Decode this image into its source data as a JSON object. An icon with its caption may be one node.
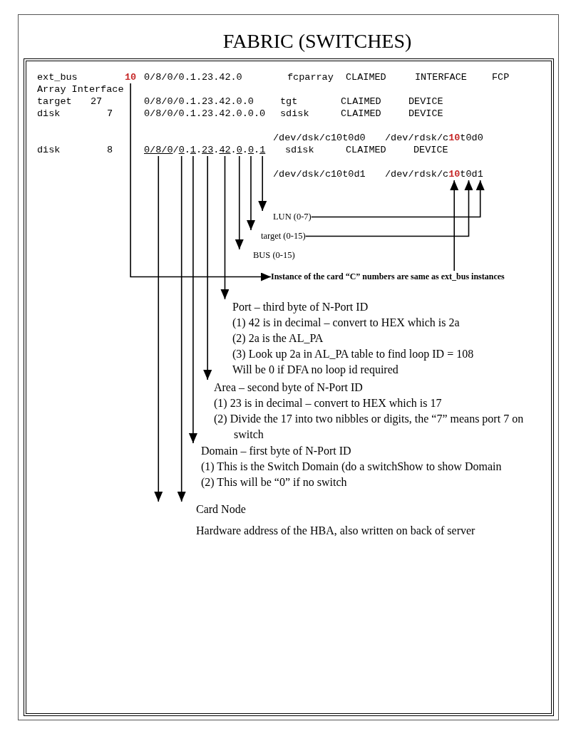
{
  "diagram": {
    "title": "FABRIC (SWITCHES)",
    "nodes": [
      {
        "text": [
          "10"
        ]
      },
      {
        "text": [
          "0/8/0"
        ]
      },
      {
        "text": [
          "0"
        ]
      },
      {
        "text": [
          "1"
        ]
      },
      {
        "text": [
          "23"
        ]
      },
      {
        "text": [
          "42"
        ]
      },
      {
        "text": [
          "0"
        ]
      },
      {
        "text": [
          "0"
        ]
      },
      {
        "text": [
          "1"
        ]
      },
      {
        "text": [
          "10"
        ]
      },
      {
        "text": [
          "0"
        ]
      },
      {
        "text": [
          "1"
        ]
      },
      {
        "text": [
          "LUN (0-7)"
        ]
      },
      {
        "text": [
          "target (0-15)"
        ]
      },
      {
        "text": [
          "BUS (0-15)"
        ]
      },
      {
        "text": [
          "Instance of the card “C” numbers are same as ext_bus instances"
        ]
      },
      {
        "text": [
          "Port – third byte of N-Port ID",
          "(1) 42 is in decimal – convert to HEX which is 2a",
          "(2) 2a is the AL_PA",
          "(3) Look up 2a in AL_PA table to find loop ID = 108",
          "Will be 0 if DFA no loop id required"
        ]
      },
      {
        "text": [
          "Area – second byte of N-Port ID",
          "(1) 23 is in decimal – convert to HEX which is 17",
          "(2) Divide the 17 into two nibbles or digits, the “7” means port 7 on switch"
        ]
      },
      {
        "text": [
          "Domain – first byte of N-Port ID",
          "(1) This is the Switch Domain (do a switchShow to show Domain",
          "(2) This will be “0” if no switch"
        ]
      },
      {
        "text": [
          "Card Node",
          "Hardware address of the HBA, also written on back of server"
        ]
      }
    ],
    "edges": [
      {
        "from": 0,
        "to": 15,
        "arrow": "to"
      },
      {
        "from": 15,
        "to": 9,
        "arrow": "to"
      },
      {
        "from": 1,
        "to": 19,
        "arrow": "to"
      },
      {
        "from": 2,
        "to": 19,
        "arrow": "to"
      },
      {
        "from": 3,
        "to": 18,
        "arrow": "to"
      },
      {
        "from": 4,
        "to": 17,
        "arrow": "to"
      },
      {
        "from": 5,
        "to": 16,
        "arrow": "to"
      },
      {
        "from": 6,
        "to": 14,
        "arrow": "to"
      },
      {
        "from": 7,
        "to": 13,
        "arrow": "to"
      },
      {
        "from": 8,
        "to": 12,
        "arrow": "to"
      },
      {
        "from": 13,
        "to": 10,
        "arrow": "to"
      },
      {
        "from": 12,
        "to": 11,
        "arrow": "to"
      }
    ],
    "labels": [
      "ext_bus",
      "0/8/0/0.1.23.42.0",
      "fcparray",
      "CLAIMED",
      "INTERFACE",
      "FCP",
      "Array Interface",
      "target",
      "27",
      "0/8/0/0.1.23.42.0.0",
      "tgt",
      "CLAIMED",
      "DEVICE",
      "disk",
      "7",
      "0/8/0/0.1.23.42.0.0.0",
      "sdisk",
      "CLAIMED",
      "DEVICE",
      "/dev/dsk/c10t0d0",
      "/dev/rdsk/c**10**t0d0",
      "disk",
      "8",
      "/",
      ".",
      ".",
      ".",
      ".",
      ".",
      ".",
      "sdisk",
      "CLAIMED",
      "DEVICE",
      "/dev/dsk/c10t0d1",
      "/dev/rdsk/c",
      "t",
      "d"
    ]
  }
}
